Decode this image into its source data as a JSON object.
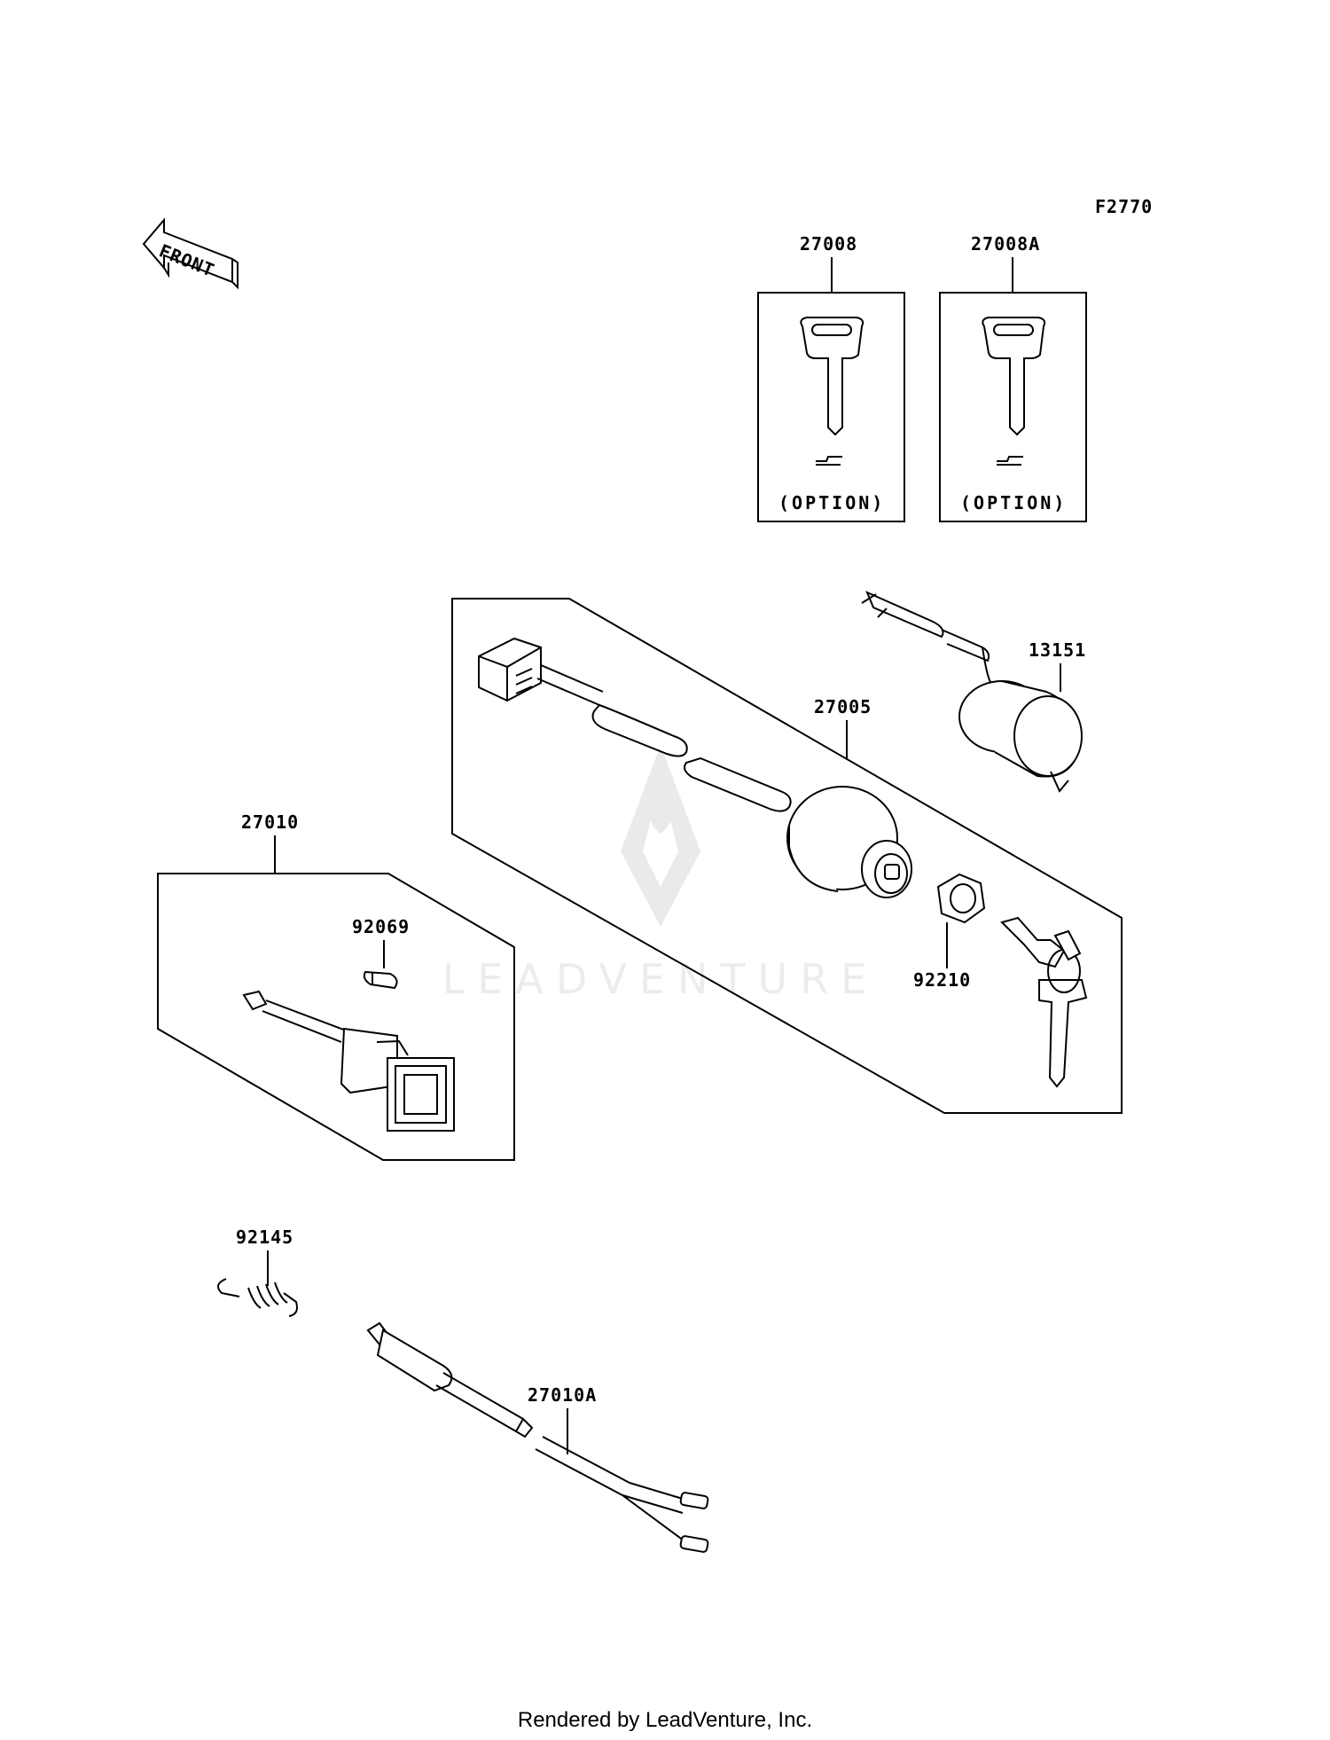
{
  "diagram_code": "F2770",
  "front_label": "FRONT",
  "option_label": "(OPTION)",
  "parts": {
    "p27008": "27008",
    "p27008A": "27008A",
    "p13151": "13151",
    "p27005": "27005",
    "p27010": "27010",
    "p92069": "92069",
    "p92210": "92210",
    "p92145": "92145",
    "p27010A": "27010A"
  },
  "watermark": "LEADVENTURE",
  "footer": "Rendered by LeadVenture, Inc."
}
